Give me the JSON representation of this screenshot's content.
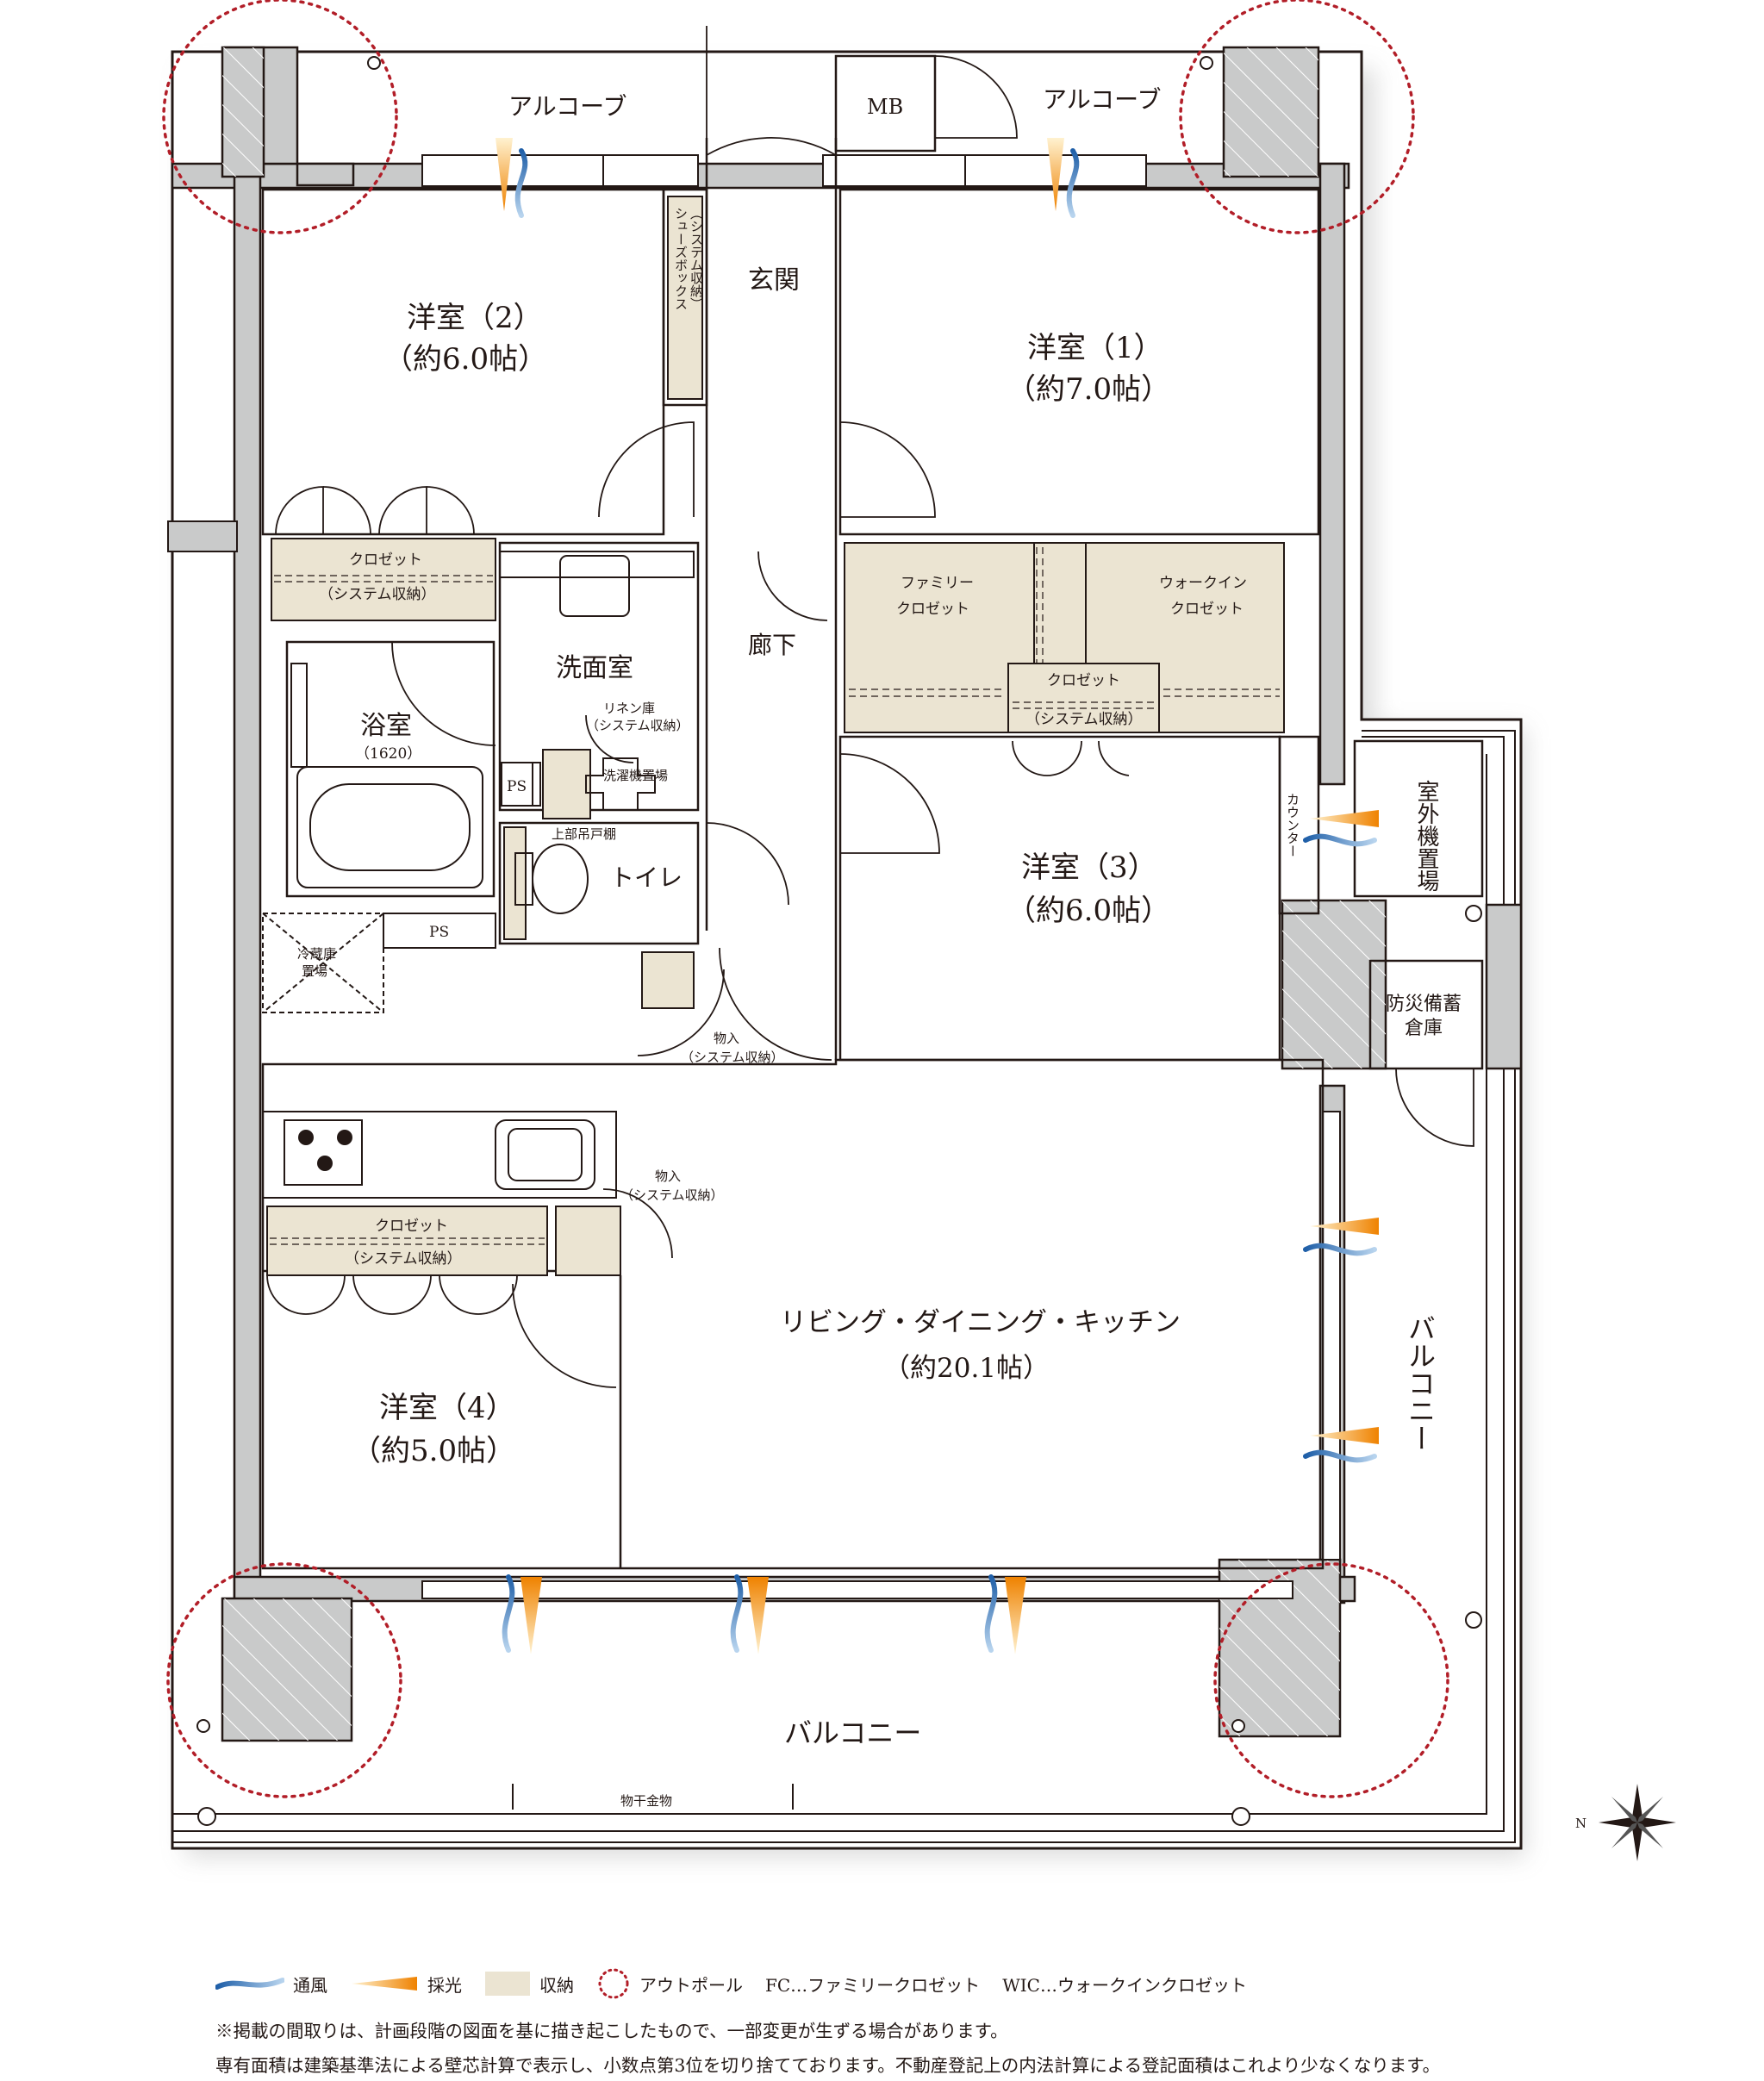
{
  "rooms": {
    "alcove_left": "アルコーブ",
    "alcove_right": "アルコーブ",
    "mb": "MB",
    "genkan": "玄関",
    "shoebox_1": "シューズボックス",
    "shoebox_2": "（システム収納）",
    "room2_name": "洋室（2）",
    "room2_size": "（約6.0帖）",
    "room1_name": "洋室（1）",
    "room1_size": "（約7.0帖）",
    "closet2_1": "クロゼット",
    "closet2_2": "（システム収納）",
    "family_closet_1": "ファミリー",
    "family_closet_2": "クロゼット",
    "walkin_1": "ウォークイン",
    "walkin_2": "クロゼット",
    "closet3_1": "クロゼット",
    "closet3_2": "（システム収納）",
    "washroom": "洗面室",
    "linen_1": "リネン庫",
    "linen_2": "（システム収納）",
    "washer": "洗濯機置場",
    "bath": "浴室",
    "bath_size": "（1620）",
    "ps1": "PS",
    "ps2": "PS",
    "upper_cabinet": "上部吊戸棚",
    "toilet": "トイレ",
    "corridor": "廊下",
    "counter": "カウンター",
    "room3_name": "洋室（3）",
    "room3_size": "（約6.0帖）",
    "outdoor_unit": "室外機置場",
    "disaster_1": "防災備蓄",
    "disaster_2": "倉庫",
    "fridge_1": "冷蔵庫",
    "fridge_2": "置場",
    "storage1_1": "物入",
    "storage1_2": "（システム収納）",
    "storage2_1": "物入",
    "storage2_2": "（システム収納）",
    "closet4_1": "クロゼット",
    "closet4_2": "（システム収納）",
    "ldk_name": "リビング・ダイニング・キッチン",
    "ldk_size": "（約20.1帖）",
    "room4_name": "洋室（4）",
    "room4_size": "（約5.0帖）",
    "balcony_side": "バルコニー",
    "balcony_bottom": "バルコニー",
    "drying": "物干金物",
    "compass_n": "N"
  },
  "legend": {
    "ventilation": "通風",
    "daylight": "採光",
    "storage": "収納",
    "outpole": "アウトポール",
    "fc": "FC…ファミリークロゼット",
    "wic": "WIC…ウォークインクロゼット"
  },
  "notes": {
    "line1": "※掲載の間取りは、計画段階の図面を基に描き起こしたもので、一部変更が生ずる場合があります。",
    "line2": "専有面積は建築基準法による壁芯計算で表示し、小数点第3位を切り捨てております。不動産登記上の内法計算による登記面積はこれより少なくなります。"
  },
  "colors": {
    "wall": "#c9caca",
    "line": "#231815",
    "storage": "#ebe4d2",
    "outpole": "#b21e28",
    "daylight": "#ef8200",
    "ventilation": "#5b9bd5"
  }
}
